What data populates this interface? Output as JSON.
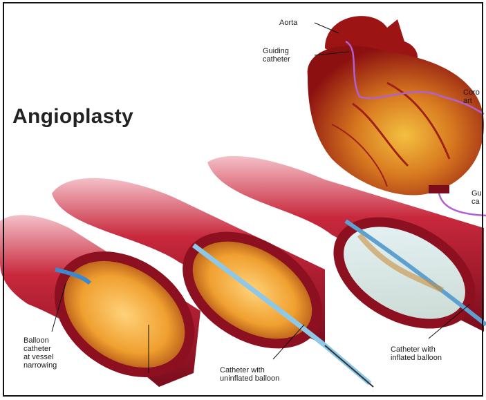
{
  "title": "Angioplasty",
  "labels": {
    "aorta": "Aorta",
    "guiding_catheter": "Guiding\ncatheter",
    "coronary_artery": "Coro\nart",
    "guide_catheter_right": "Gu\nca",
    "balloon_catheter": "Balloon\ncatheter\nat vessel\nnarrowing",
    "uninflated": "Catheter with\nuninflated balloon",
    "inflated": "Catheter with\ninflated balloon"
  },
  "colors": {
    "vessel_dark": "#8c1020",
    "vessel_mid": "#c8283c",
    "vessel_light": "#e86878",
    "plaque": "#f2b640",
    "catheter": "#8ec8e8",
    "heart": "#b01818",
    "wire": "#b060d0"
  }
}
